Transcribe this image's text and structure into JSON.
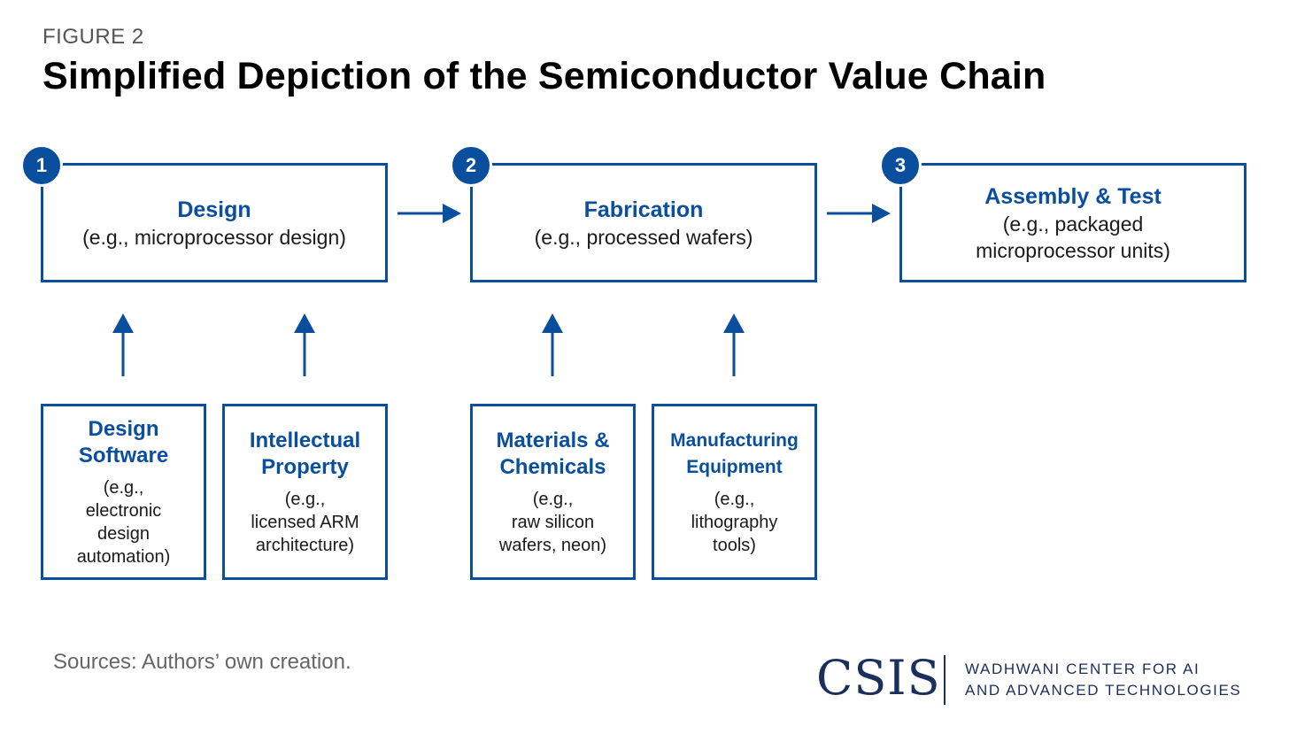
{
  "figure_label": "FIGURE 2",
  "title": "Simplified Depiction of the Semiconductor Value Chain",
  "stages": [
    {
      "number": "1",
      "title": "Design",
      "desc": "(e.g., microprocessor design)"
    },
    {
      "number": "2",
      "title": "Fabrication",
      "desc": "(e.g., processed wafers)"
    },
    {
      "number": "3",
      "title": "Assembly & Test",
      "desc_lines": [
        "(e.g., packaged",
        "microprocessor units)"
      ]
    }
  ],
  "inputs": [
    {
      "title_lines": [
        "Design",
        "Software"
      ],
      "desc_lines": [
        "(e.g.,",
        "electronic",
        "design",
        "automation)"
      ]
    },
    {
      "title_lines": [
        "Intellectual",
        "Property"
      ],
      "desc_lines": [
        "(e.g.,",
        "licensed ARM",
        "architecture)"
      ]
    },
    {
      "title_lines": [
        "Materials &",
        "Chemicals"
      ],
      "desc_lines": [
        "(e.g.,",
        "raw silicon",
        "wafers, neon)"
      ]
    },
    {
      "title_lines": [
        "Manufacturing",
        "Equipment"
      ],
      "desc_lines": [
        "(e.g.,",
        "lithography",
        "tools)"
      ]
    }
  ],
  "source": "Sources: Authors’ own creation.",
  "logo": {
    "mark": "CSIS",
    "sub_lines": [
      "WADHWANI CENTER FOR AI",
      "AND ADVANCED TECHNOLOGIES"
    ]
  },
  "colors": {
    "accent": "#0a4e9e",
    "text": "#1a1a1a",
    "muted": "#666666",
    "logo": "#1b2f5c"
  }
}
